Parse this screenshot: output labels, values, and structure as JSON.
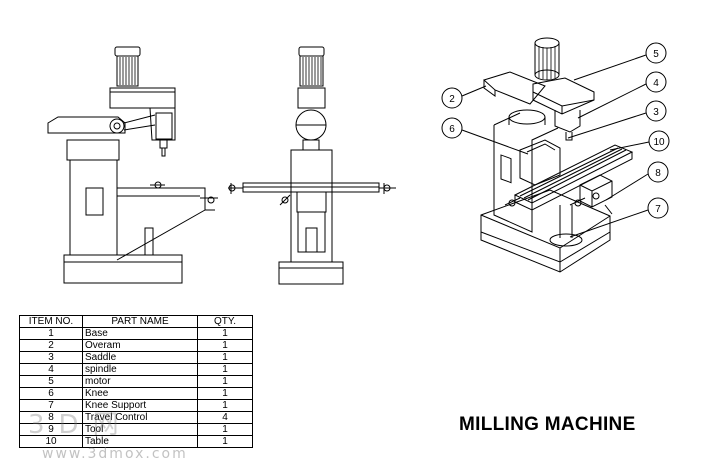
{
  "title": "MILLING MACHINE",
  "bom": {
    "headers": [
      "ITEM NO.",
      "PART NAME",
      "QTY."
    ],
    "rows": [
      {
        "item": "1",
        "name": "Base",
        "qty": "1"
      },
      {
        "item": "2",
        "name": "Overam",
        "qty": "1"
      },
      {
        "item": "3",
        "name": "Saddle",
        "qty": "1"
      },
      {
        "item": "4",
        "name": "spindle",
        "qty": "1"
      },
      {
        "item": "5",
        "name": "motor",
        "qty": "1"
      },
      {
        "item": "6",
        "name": "Knee",
        "qty": "1"
      },
      {
        "item": "7",
        "name": "Knee Support",
        "qty": "1"
      },
      {
        "item": "8",
        "name": "Travel Control",
        "qty": "4"
      },
      {
        "item": "9",
        "name": "Tool",
        "qty": "1"
      },
      {
        "item": "10",
        "name": "Table",
        "qty": "1"
      }
    ]
  },
  "balloons": [
    "5",
    "4",
    "3",
    "10",
    "8",
    "7",
    "2",
    "6"
  ],
  "watermark": {
    "text": "3D网",
    "url": "www.3dmox.com"
  }
}
